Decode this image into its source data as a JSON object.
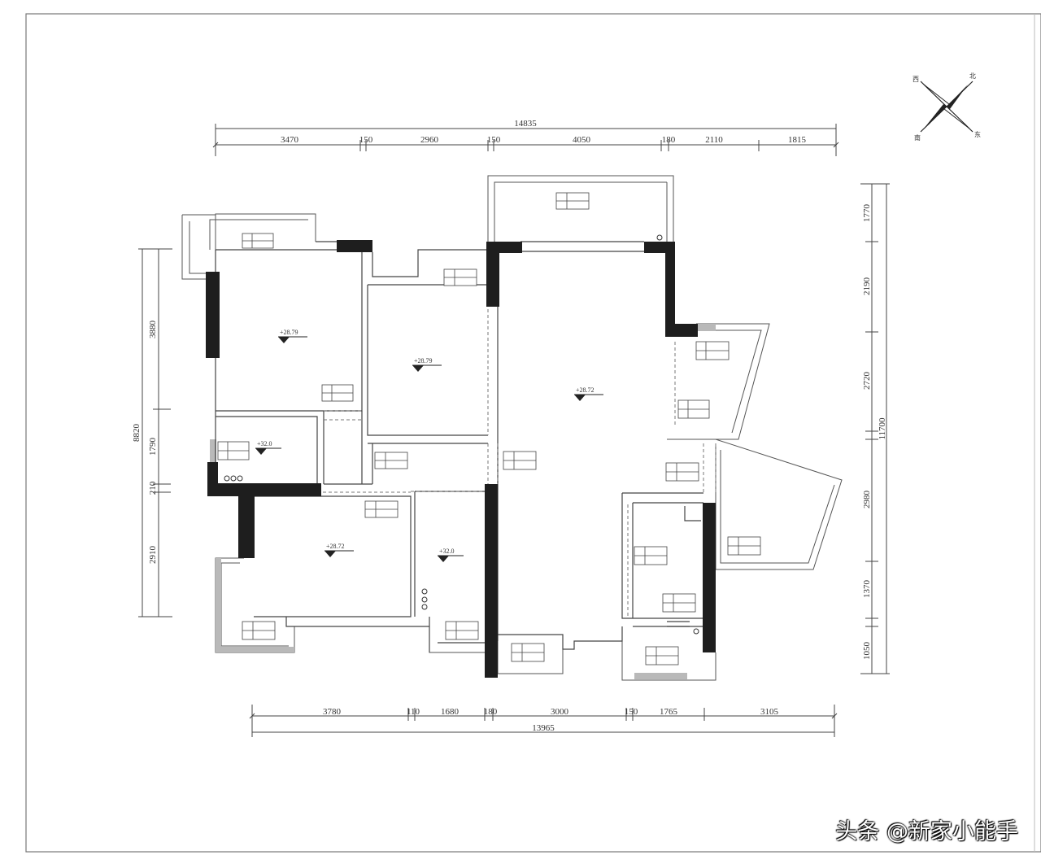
{
  "top_dimensions": {
    "total": "14835",
    "segments": [
      "3470",
      "150",
      "2960",
      "150",
      "4050",
      "180",
      "2110",
      "1815"
    ]
  },
  "bottom_dimensions": {
    "total": "13965",
    "segments": [
      "3780",
      "110",
      "1680",
      "180",
      "3000",
      "150",
      "1765",
      "3105"
    ]
  },
  "left_dimensions": {
    "total": "8820",
    "segments": [
      "3880",
      "1790",
      "210",
      "2910"
    ]
  },
  "right_dimensions": {
    "total": "11700",
    "segments": [
      "1770",
      "2190",
      "2720",
      "2980",
      "1370",
      "1050"
    ]
  },
  "compass": {
    "north": "北",
    "west": "西",
    "east": "东",
    "south": "南"
  },
  "levels": {
    "bedroom_1": "+28.79",
    "bedroom_2": "+28.79",
    "living_room": "+28.72",
    "bath_1": "+32.0",
    "bedroom_3": "+28.72",
    "bath_2": "+32.0"
  },
  "watermark": "头条 @新家小能手",
  "colors": {
    "wall": "#1e1e1e",
    "line": "#555555",
    "window": "#999999"
  }
}
